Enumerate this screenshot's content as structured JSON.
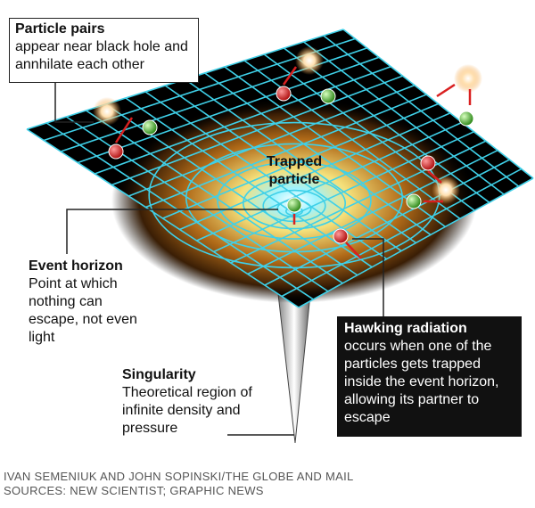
{
  "labels": {
    "particle_pairs": {
      "title": "Particle pairs",
      "body": "appear near black hole and annhilate each other"
    },
    "trapped": {
      "title": "Trapped particle"
    },
    "event_horizon": {
      "title": "Event horizon",
      "body": "Point at which nothing can escape, not even light"
    },
    "singularity": {
      "title": "Singularity",
      "body": "Theoretical region of infinite density and pressure"
    },
    "hawking": {
      "title": "Hawking radiation",
      "body": "occurs when one of the particles gets trapped inside the event horizon, allowing its partner to escape"
    }
  },
  "credits": {
    "line1": "IVAN SEMENIUK AND JOHN SOPINSKI/THE GLOBE AND MAIL",
    "line2": "SOURCES: NEW SCIENTIST; GRAPHIC NEWS"
  },
  "colors": {
    "grid": "#3fd0e8",
    "plane": "#000000",
    "particle_red": "#d92020",
    "particle_green": "#4caf2a",
    "glow": "#f2a040"
  }
}
